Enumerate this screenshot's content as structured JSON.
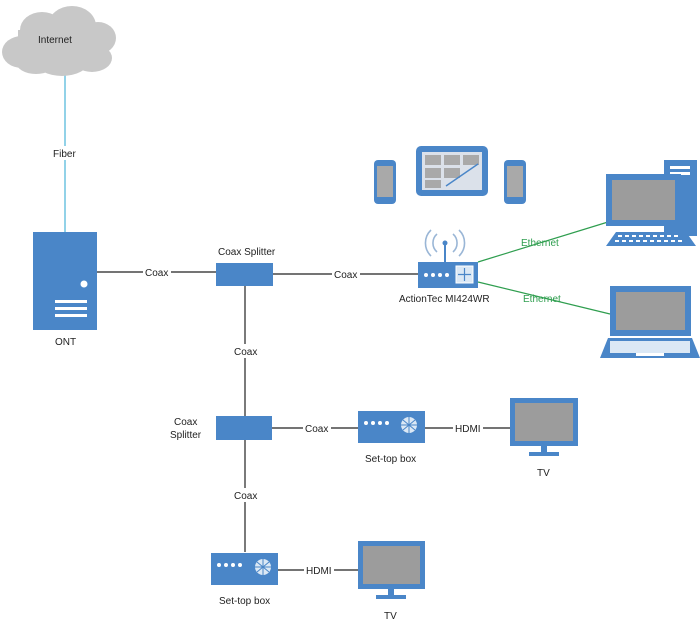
{
  "nodes": {
    "internet": "Internet",
    "ont": "ONT",
    "splitter_top": "Coax Splitter",
    "splitter_mid_line1": "Coax",
    "splitter_mid_line2": "Splitter",
    "router": "ActionTec MI424WR",
    "settop_1": "Set-top box",
    "settop_2": "Set-top box",
    "tv_1": "TV",
    "tv_2": "TV"
  },
  "links": {
    "fiber": "Fiber",
    "ont_to_splitter": "Coax",
    "splitter_to_router": "Coax",
    "splitter_down": "Coax",
    "splitter_to_settop": "Coax",
    "splitter_down_2": "Coax",
    "settop_to_tv_1": "HDMI",
    "settop_to_tv_2": "HDMI",
    "router_to_desktop": "Ethernet",
    "router_to_laptop": "Ethernet"
  },
  "colors": {
    "device_blue": "#4a86c8",
    "device_dark": "#3a6ea5",
    "screen_gray": "#9c9c9c",
    "cloud_gray": "#c8c8c8",
    "fiber_line": "#6fc4e0",
    "ethernet_line": "#2f9e4f",
    "coax_line": "#222222"
  }
}
